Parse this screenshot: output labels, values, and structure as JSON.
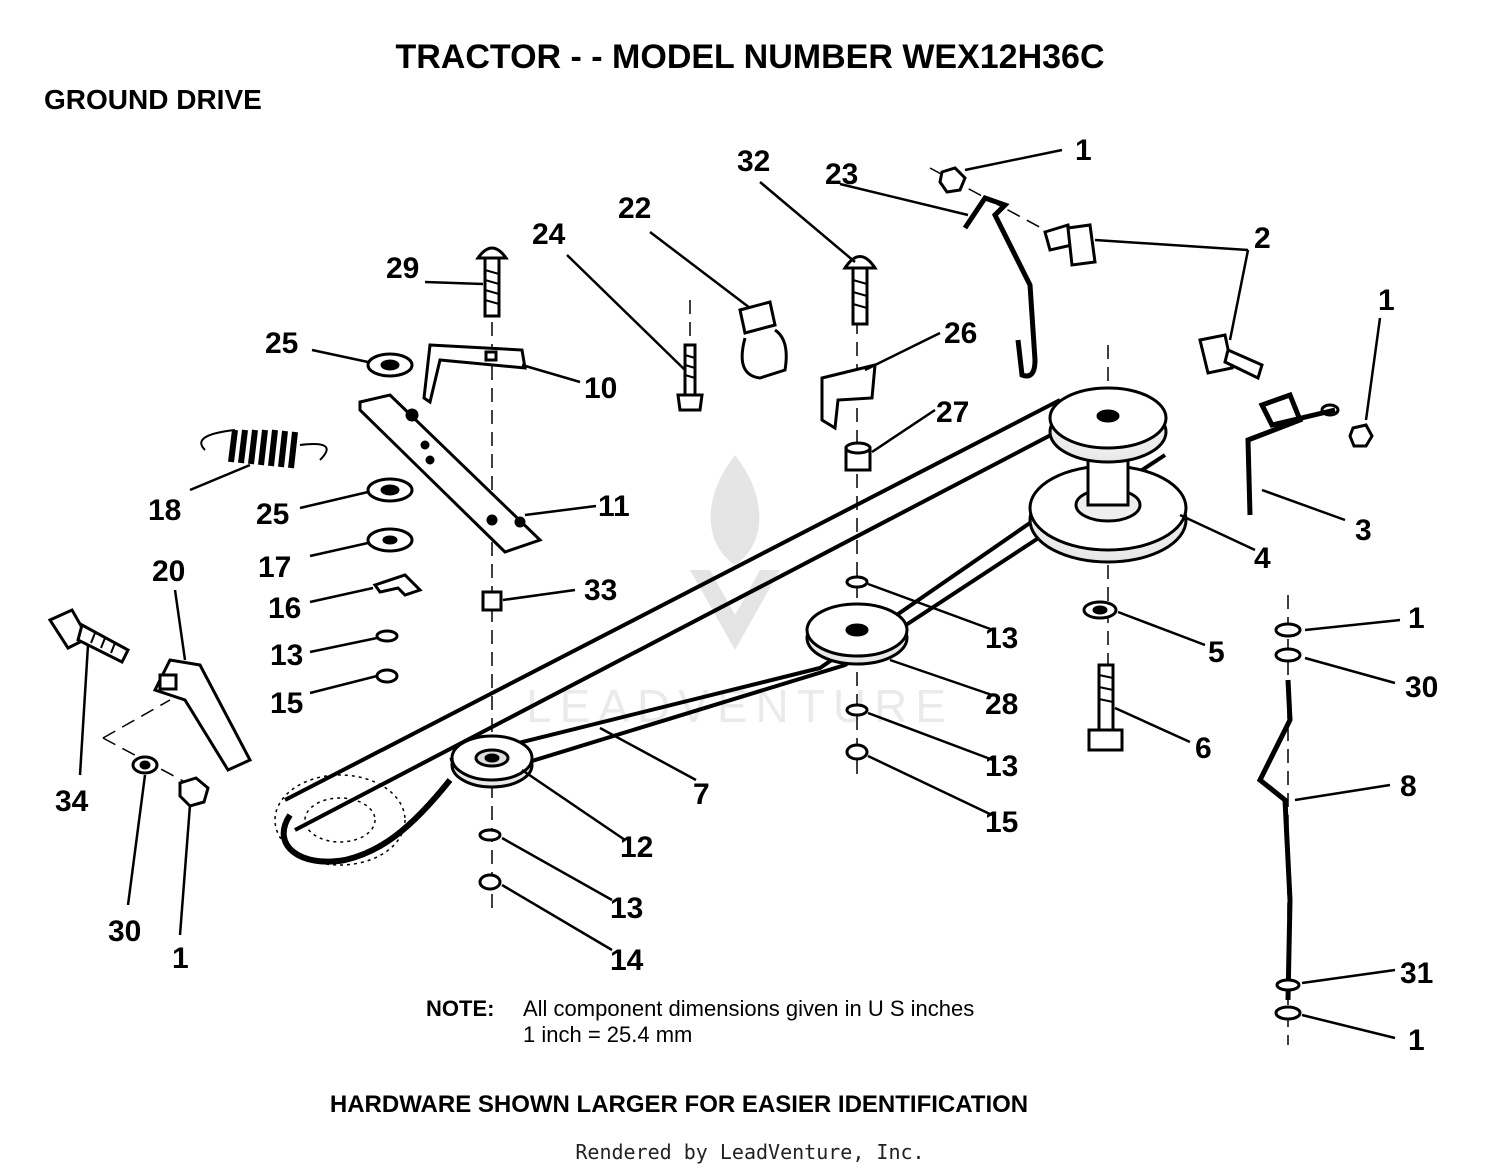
{
  "header": {
    "title": "TRACTOR - - MODEL NUMBER WEX12H36C",
    "section": "GROUND DRIVE"
  },
  "callouts": [
    {
      "id": "c1a",
      "label": "1"
    },
    {
      "id": "c1b",
      "label": "1"
    },
    {
      "id": "c1c",
      "label": "1"
    },
    {
      "id": "c1d",
      "label": "1"
    },
    {
      "id": "c1e",
      "label": "1"
    },
    {
      "id": "c2",
      "label": "2"
    },
    {
      "id": "c3",
      "label": "3"
    },
    {
      "id": "c4",
      "label": "4"
    },
    {
      "id": "c5",
      "label": "5"
    },
    {
      "id": "c6",
      "label": "6"
    },
    {
      "id": "c7",
      "label": "7"
    },
    {
      "id": "c8",
      "label": "8"
    },
    {
      "id": "c10",
      "label": "10"
    },
    {
      "id": "c11",
      "label": "11"
    },
    {
      "id": "c12",
      "label": "12"
    },
    {
      "id": "c13a",
      "label": "13"
    },
    {
      "id": "c13b",
      "label": "13"
    },
    {
      "id": "c13c",
      "label": "13"
    },
    {
      "id": "c13d",
      "label": "13"
    },
    {
      "id": "c14",
      "label": "14"
    },
    {
      "id": "c15a",
      "label": "15"
    },
    {
      "id": "c15b",
      "label": "15"
    },
    {
      "id": "c16",
      "label": "16"
    },
    {
      "id": "c17",
      "label": "17"
    },
    {
      "id": "c18",
      "label": "18"
    },
    {
      "id": "c20",
      "label": "20"
    },
    {
      "id": "c22",
      "label": "22"
    },
    {
      "id": "c23",
      "label": "23"
    },
    {
      "id": "c24",
      "label": "24"
    },
    {
      "id": "c25a",
      "label": "25"
    },
    {
      "id": "c25b",
      "label": "25"
    },
    {
      "id": "c26",
      "label": "26"
    },
    {
      "id": "c27",
      "label": "27"
    },
    {
      "id": "c28",
      "label": "28"
    },
    {
      "id": "c29",
      "label": "29"
    },
    {
      "id": "c30a",
      "label": "30"
    },
    {
      "id": "c30b",
      "label": "30"
    },
    {
      "id": "c31",
      "label": "31"
    },
    {
      "id": "c32",
      "label": "32"
    },
    {
      "id": "c33",
      "label": "33"
    },
    {
      "id": "c34",
      "label": "34"
    }
  ],
  "note": {
    "label": "NOTE:",
    "line1": "All component dimensions given in U S  inches",
    "line2": "1 inch = 25.4 mm"
  },
  "footer": {
    "hardware": "HARDWARE SHOWN LARGER FOR EASIER IDENTIFICATION",
    "rendered_by": "Rendered by LeadVenture, Inc.",
    "watermark": "LEADVENTURE"
  }
}
